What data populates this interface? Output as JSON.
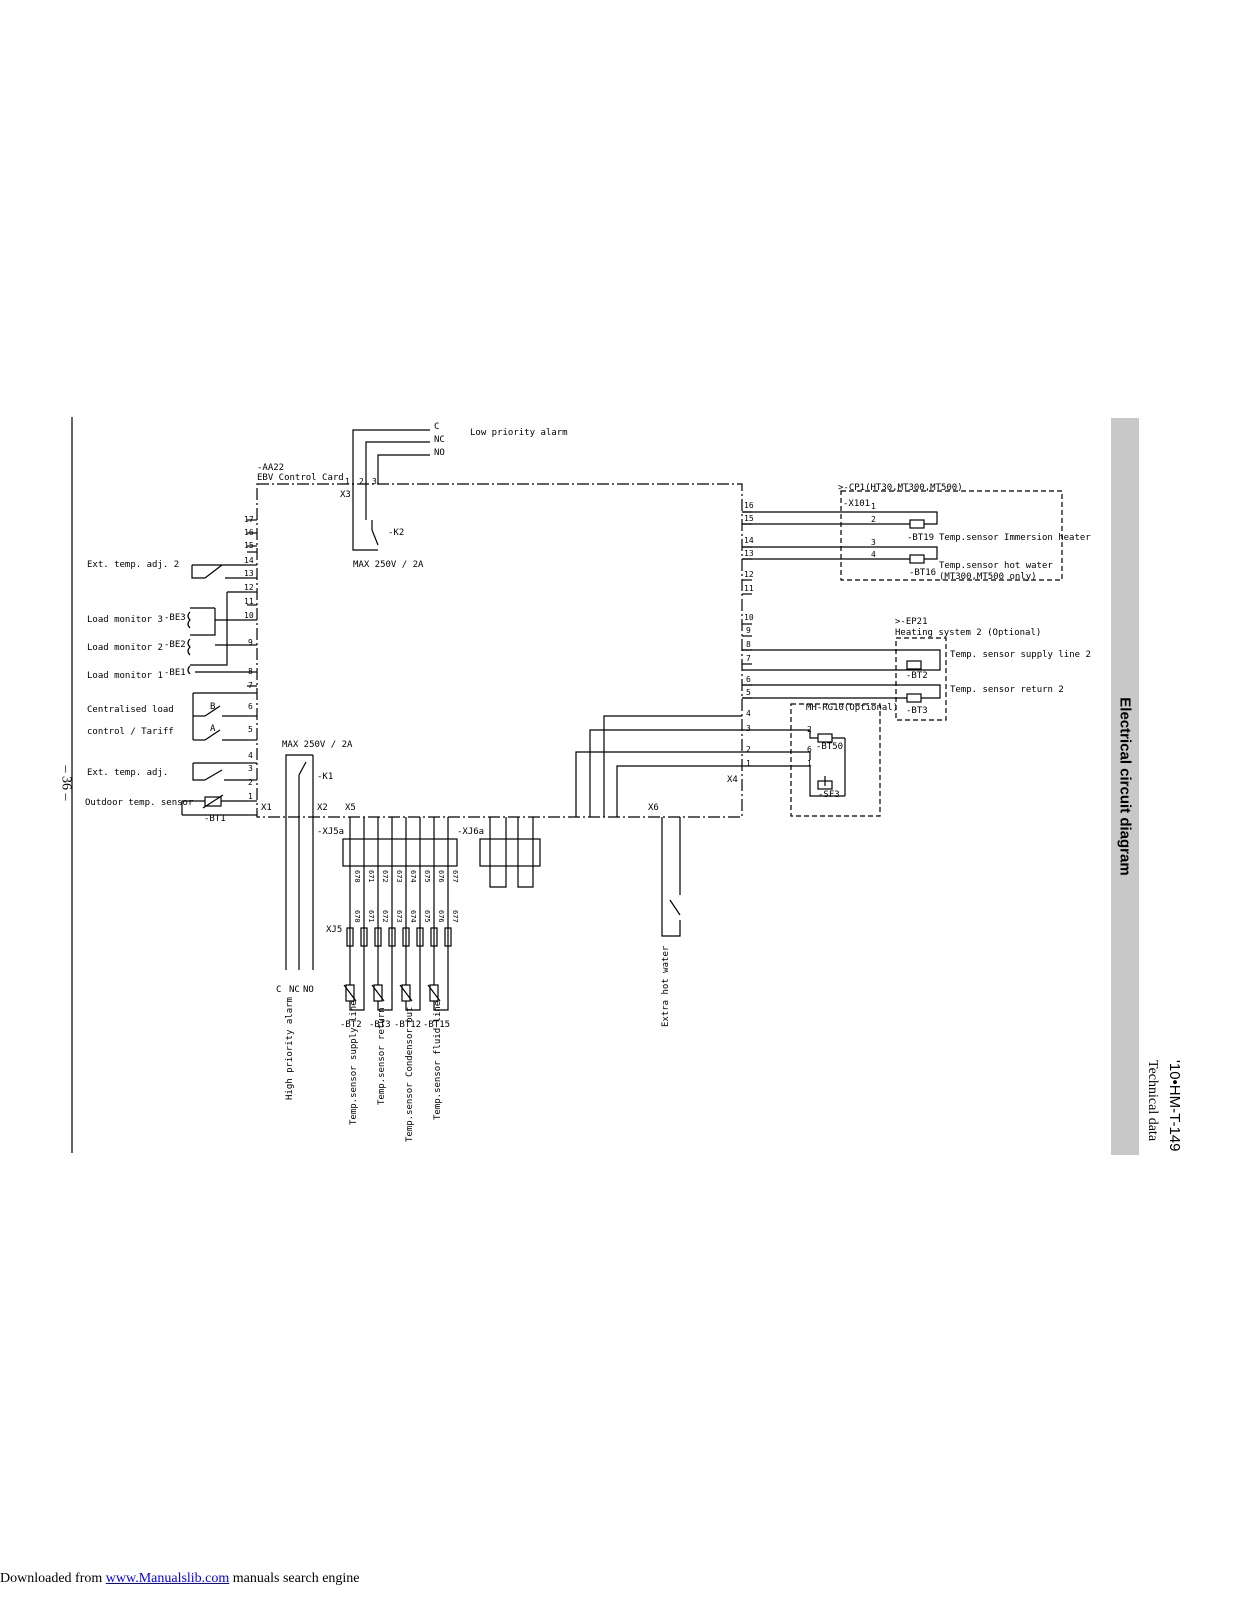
{
  "header": {
    "code": "'10•HM-T-149",
    "section": "Technical data",
    "title": "Electrical circuit diagram",
    "page_number": "– 36 –"
  },
  "footer": {
    "prefix": "Downloaded from",
    "link": "www.Manualslib.com",
    "suffix": "manuals search engine"
  },
  "diagram": {
    "card": {
      "ref": "-AA22",
      "name": "EBV Control Card"
    },
    "low_alarm": {
      "c": "C",
      "nc": "NC",
      "no": "NO",
      "label": "Low priority alarm",
      "relay": "-K2",
      "rating": "MAX 250V / 2A"
    },
    "high_alarm": {
      "relay": "-K1",
      "rating": "MAX 250V / 2A",
      "c": "C",
      "nc": "NC",
      "no": "NO",
      "label": "High priority alarm"
    },
    "terminals": {
      "x1": "X1",
      "x2": "X2",
      "x3": "X3",
      "x4": "X4",
      "x5": "X5",
      "x6": "X6",
      "xj5a": "-XJ5a",
      "xj6a": "-XJ6a",
      "xj5": "XJ5"
    },
    "left_labels": {
      "ext_adj2": "Ext. temp. adj. 2",
      "load3": "Load monitor 3",
      "load2": "Load monitor 2",
      "load1": "Load monitor 1",
      "be3": "-BE3",
      "be2": "-BE2",
      "be1": "-BE1",
      "tariff1": "Centralised load",
      "tariff2": "control / Tariff",
      "b": "B",
      "a": "A",
      "ext_adj": "Ext. temp. adj.",
      "outdoor": "Outdoor temp. sensor",
      "bt1": "-BT1"
    },
    "cp1": {
      "title": ">-CP1(HT30,MT300,MT500)",
      "x101": "-X101",
      "bt19": "-BT19",
      "bt19_label": "Temp.sensor Immersion heater",
      "bt16": "-BT16",
      "bt16_label1": "Temp.sensor hot water",
      "bt16_label2": "(MT300,MT500 only)"
    },
    "ep21": {
      "title": ">-EP21",
      "subtitle": "Heating system 2  (Optional)",
      "bt2": "-BT2",
      "bt2_label": "Temp. sensor supply line 2",
      "bt3": "-BT3",
      "bt3_label": "Temp. sensor return 2"
    },
    "rg10": {
      "title": "MH-RG10(Optional)",
      "bt50": "-BT50",
      "sf3": "-SF3"
    },
    "bottom_sensors": [
      {
        "ref": "-BT2",
        "label": "Temp.sensor supply line"
      },
      {
        "ref": "-BT3",
        "label": "Temp.sensor return"
      },
      {
        "ref": "-BT12",
        "label": "Temp.sensor Condensor out"
      },
      {
        "ref": "-BT15",
        "label": "Temp.sensor fluid line"
      }
    ],
    "extra_hot_water": "Extra hot water",
    "wire_codes_top": [
      "670",
      "671",
      "672",
      "673",
      "674",
      "675",
      "676",
      "677"
    ],
    "wire_codes_bottom": [
      "670",
      "671",
      "672",
      "673",
      "674",
      "675",
      "676",
      "677"
    ]
  }
}
